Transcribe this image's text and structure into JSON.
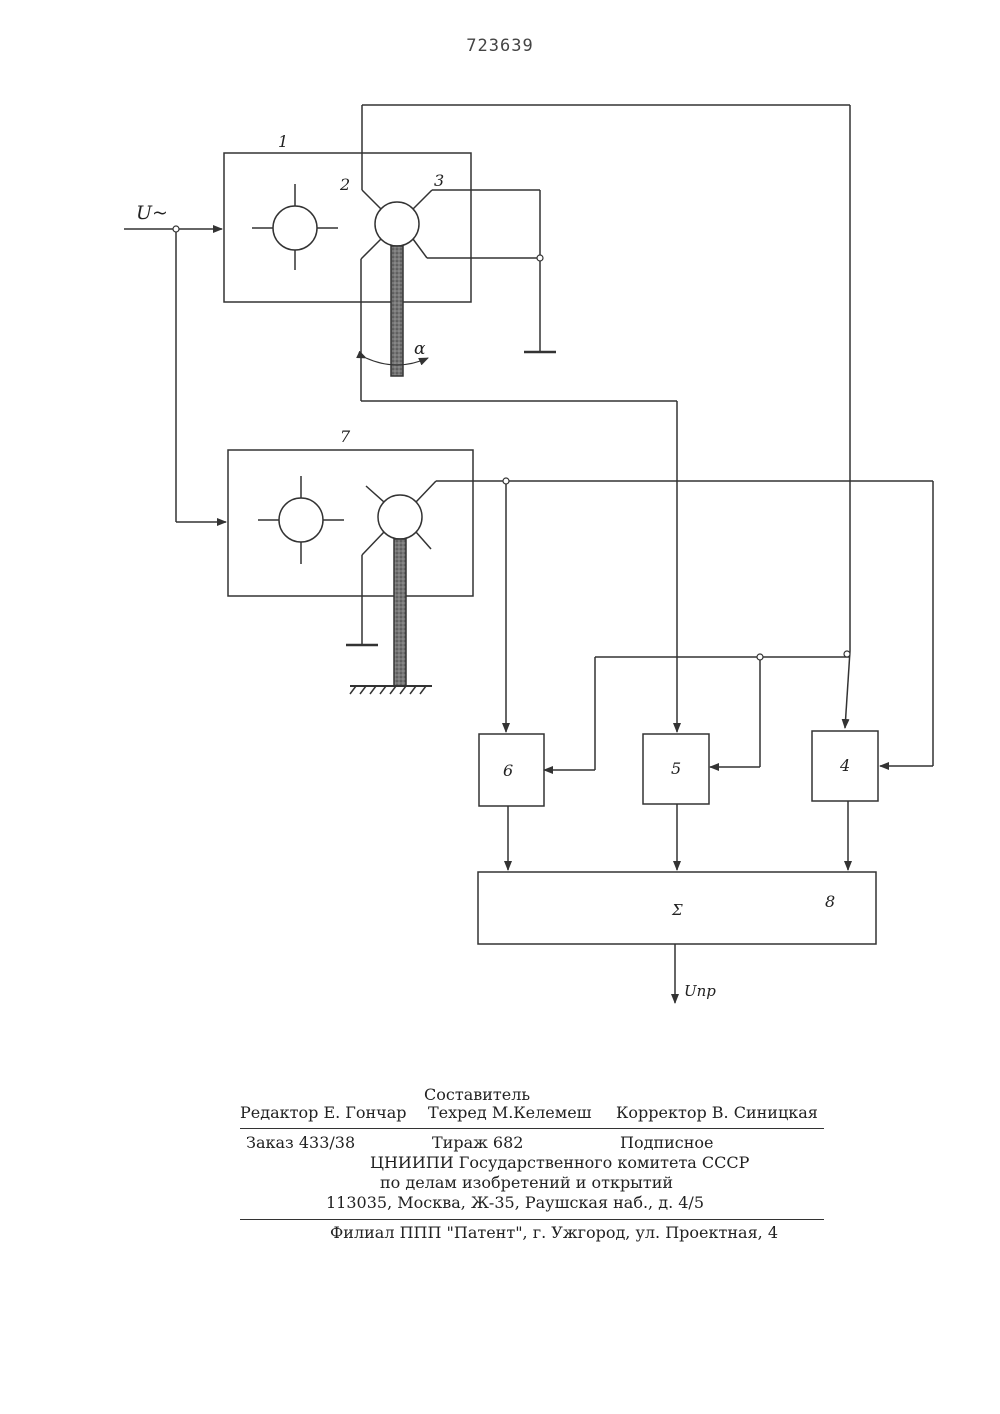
{
  "document": {
    "number": "723639"
  },
  "diagram": {
    "block_labels": {
      "b1": "1",
      "b2": "2",
      "b3": "3",
      "b4": "4",
      "b5": "5",
      "b6": "6",
      "b7": "7",
      "b8": "8"
    },
    "input_label": "U~",
    "angle_label": "α",
    "sum_symbol": "Σ",
    "output_label": "Uпр"
  },
  "imprint": {
    "compiler": "Составитель",
    "editor": "Редактор Е. Гончар",
    "tech_editor": "Техред М.Келемеш",
    "corrector": "Корректор В. Синицкая",
    "order": "Заказ 433/38",
    "print_run": "Тираж 682",
    "subscription": "Подписное",
    "org_line1": "ЦНИИПИ Государственного комитета СССР",
    "org_line2": "по делам изобретений и открытий",
    "org_address": "113035, Москва, Ж-35, Раушская наб., д. 4/5",
    "branch": "Филиал ППП \"Патент\", г. Ужгород, ул. Проектная, 4"
  }
}
